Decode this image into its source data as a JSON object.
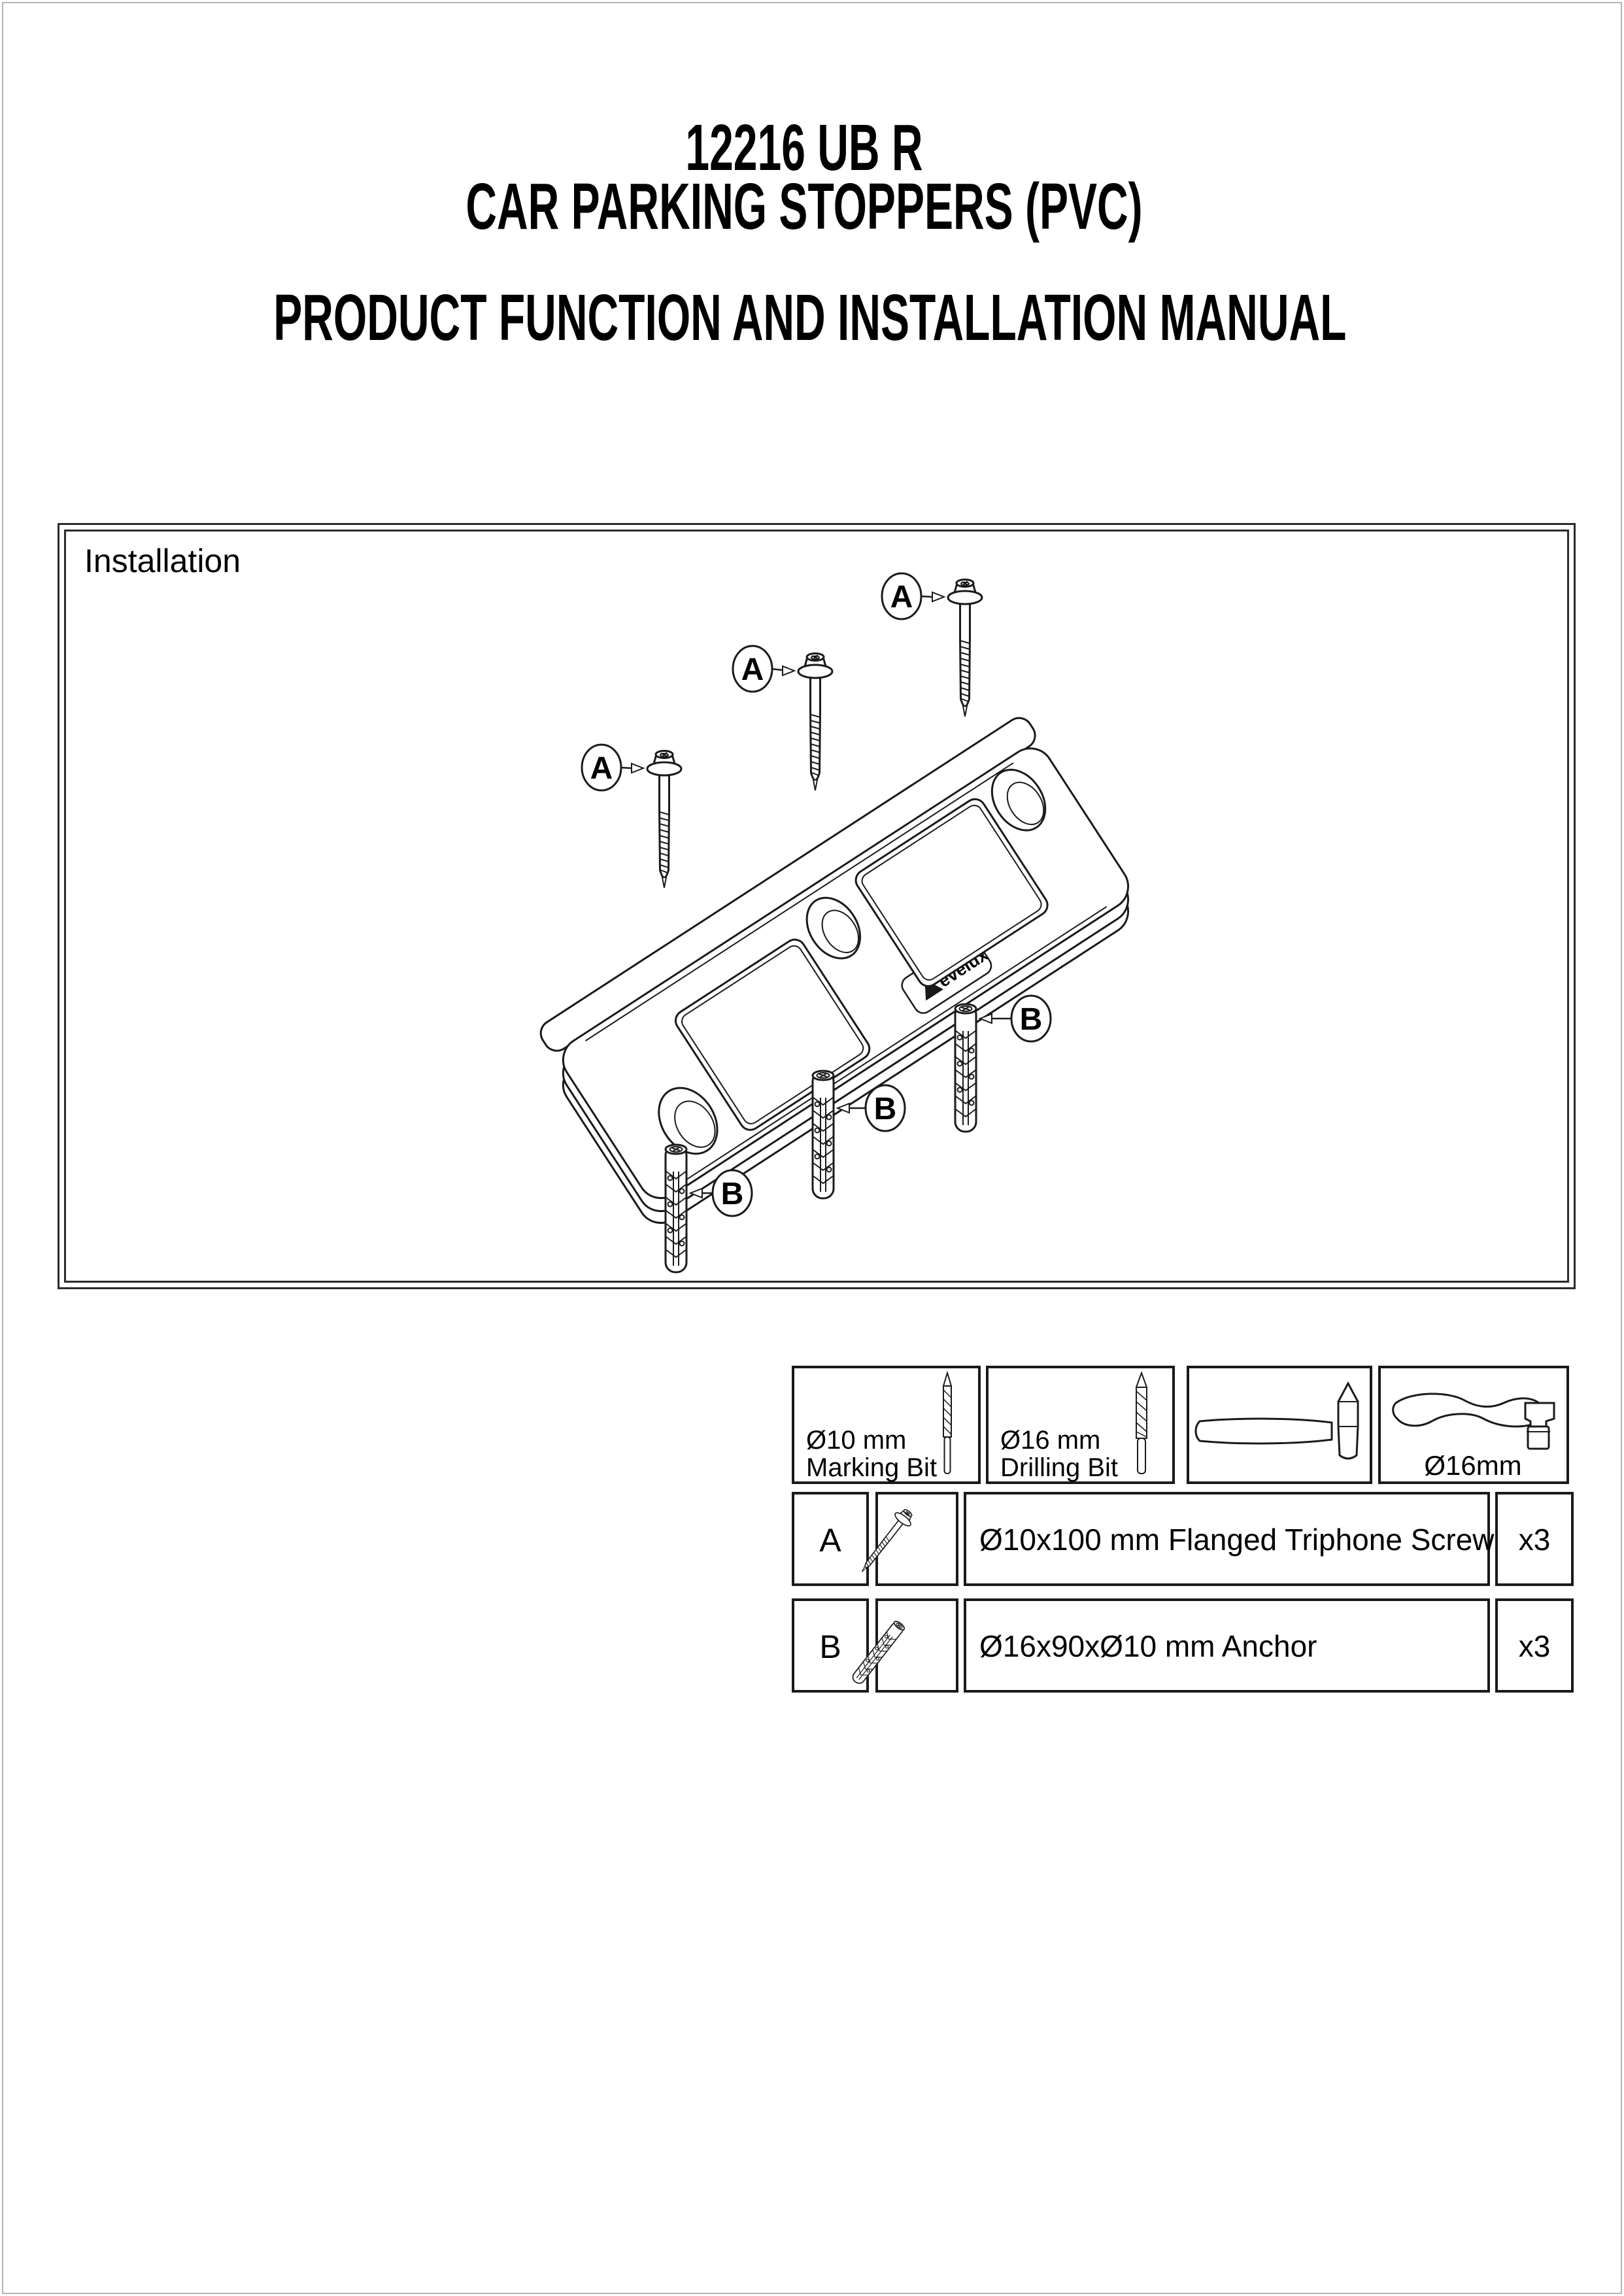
{
  "header": {
    "title_line1": "12216 UB R",
    "title_line2": "CAR PARKING STOPPERS (PVC)",
    "subtitle": "PRODUCT FUNCTION AND INSTALLATION MANUAL"
  },
  "installation": {
    "label": "Installation",
    "callout_a": "A",
    "callout_b": "B",
    "logo": "evelux"
  },
  "tools": [
    {
      "line1": "Ø10 mm",
      "line2": "Marking Bit"
    },
    {
      "line1": "Ø16 mm",
      "line2": "Drilling Bit"
    },
    {
      "line1": "",
      "line2": ""
    },
    {
      "line1": "Ø16mm",
      "line2": ""
    }
  ],
  "parts": [
    {
      "key": "A",
      "desc": "Ø10x100 mm Flanged Triphone Screw",
      "qty": "x3"
    },
    {
      "key": "B",
      "desc": "Ø16x90xØ10 mm Anchor",
      "qty": "x3"
    }
  ],
  "colors": {
    "line": "#1a1a1a",
    "page_border": "#b3b3b3",
    "box_border": "#2b2b2b"
  }
}
